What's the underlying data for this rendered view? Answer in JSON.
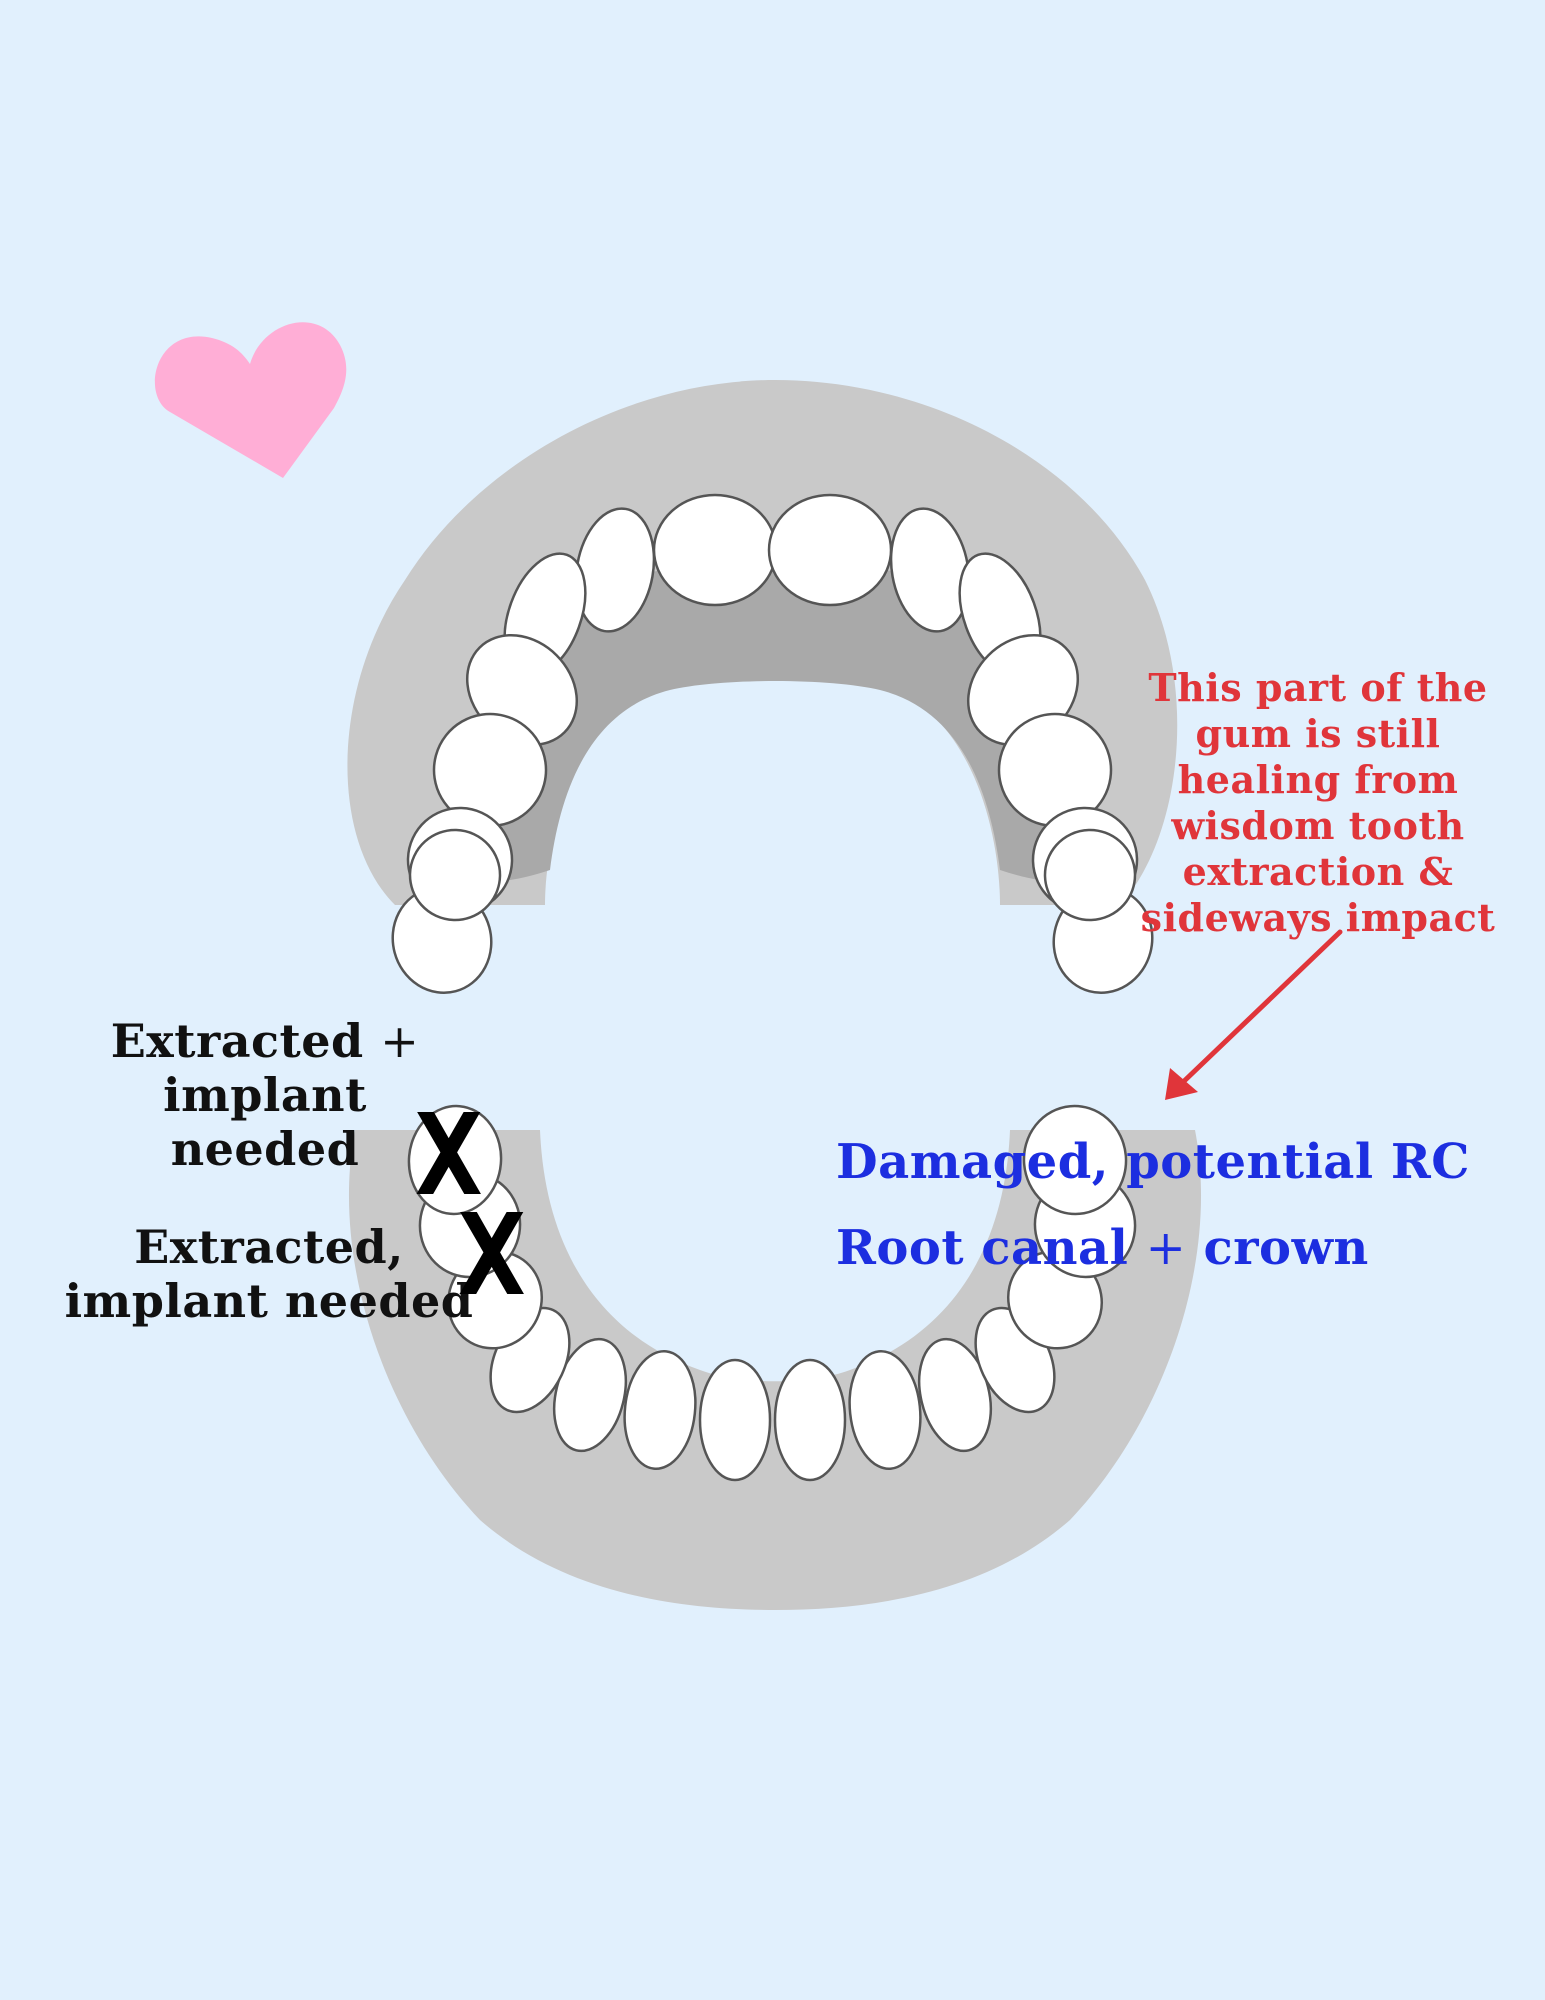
{
  "colors": {
    "background": "#e1f0fd",
    "gum": "#c9c9c9",
    "palate": "#a9a9a9",
    "tooth_fill": "#ffffff",
    "tooth_outline": "#555555",
    "heart": "#ffaed6",
    "annotation_red": "#e0353a",
    "annotation_blue": "#1c2ee0",
    "annotation_black": "#111111"
  },
  "icons": {
    "heart": "heart-icon",
    "arrow": "arrow-icon",
    "x_mark": "x-mark-icon"
  },
  "annotations": {
    "healing_note": "This part of the gum is still healing from wisdom tooth extraction & sideways impact",
    "damaged_note": "Damaged, potential RC",
    "root_canal_note": {
      "text": "Root canal",
      "plus": "+",
      "suffix": "crown"
    },
    "extracted_upper_note": {
      "title": "Extracted",
      "plus": "+",
      "line2": "implant",
      "line3": "needed"
    },
    "extracted_lower_note": {
      "line1": "Extracted,",
      "line2": "implant needed"
    },
    "x_mark": "X"
  }
}
